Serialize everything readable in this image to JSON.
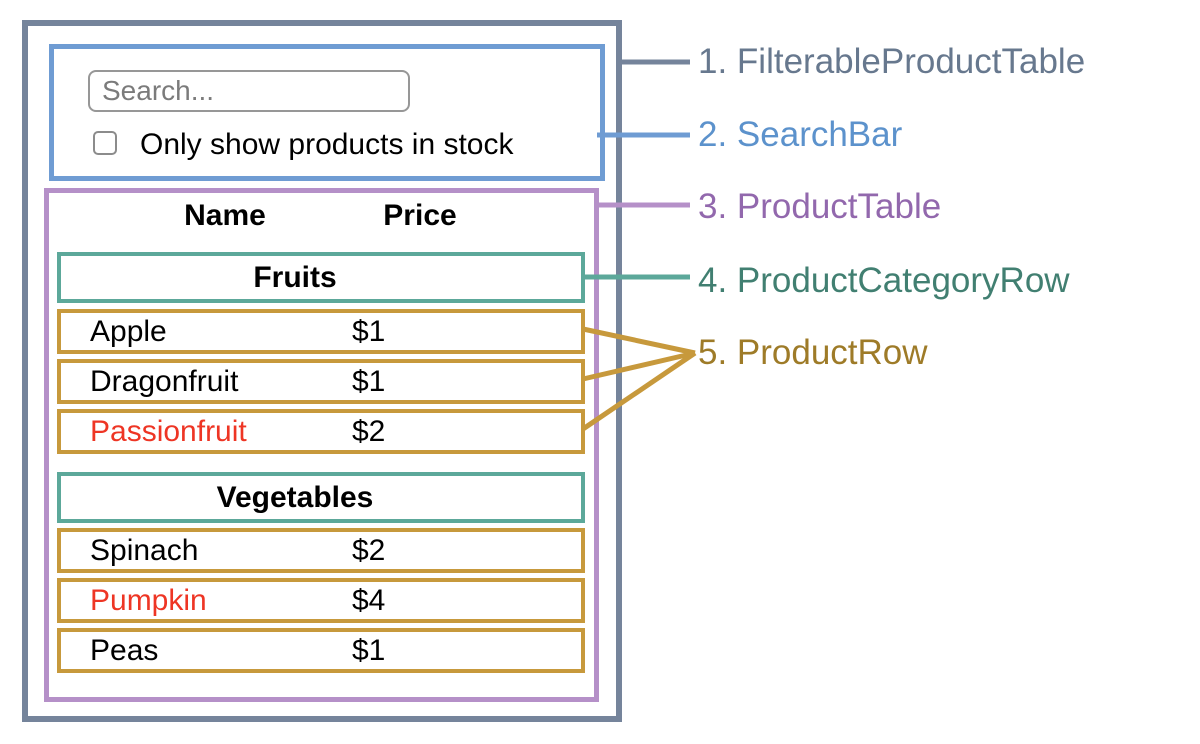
{
  "search": {
    "placeholder": "Search...",
    "checkbox_label": "Only show products in stock",
    "checkbox_checked": false
  },
  "table": {
    "headers": [
      "Name",
      "Price"
    ],
    "rows": [
      {
        "type": "category",
        "name": "Fruits"
      },
      {
        "type": "product",
        "name": "Apple",
        "price": "$1",
        "highlighted": false
      },
      {
        "type": "product",
        "name": "Dragonfruit",
        "price": "$1",
        "highlighted": false
      },
      {
        "type": "product",
        "name": "Passionfruit",
        "price": "$2",
        "highlighted": true
      },
      {
        "type": "category",
        "name": "Vegetables"
      },
      {
        "type": "product",
        "name": "Spinach",
        "price": "$2",
        "highlighted": false
      },
      {
        "type": "product",
        "name": "Pumpkin",
        "price": "$4",
        "highlighted": true
      },
      {
        "type": "product",
        "name": "Peas",
        "price": "$1",
        "highlighted": false
      }
    ]
  },
  "labels": [
    {
      "text": "1. FilterableProductTable",
      "color": "#67788e"
    },
    {
      "text": "2. SearchBar",
      "color": "#5c92cc"
    },
    {
      "text": "3. ProductTable",
      "color": "#9268ad"
    },
    {
      "text": "4. ProductCategoryRow",
      "color": "#417f71"
    },
    {
      "text": "5. ProductRow",
      "color": "#9e7b28"
    }
  ],
  "colors": {
    "outer_border": "#75849b",
    "searchbar_border": "#6f9cd3",
    "product_table_border": "#b590c8",
    "category_row_border": "#5ca89a",
    "product_row_border": "#c7993c",
    "highlighted_text": "#ee3524",
    "input_border": "#979797",
    "placeholder_text": "#7b7b7b"
  }
}
